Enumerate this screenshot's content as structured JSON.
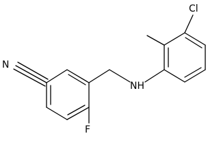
{
  "molecule": {
    "atoms": {
      "nitrogen_nitrile": "N",
      "fluorine": "F",
      "amine": "NH",
      "chlorine": "Cl"
    }
  },
  "colors": {
    "bond": "#000000",
    "label": "#000000",
    "background": "#ffffff"
  }
}
